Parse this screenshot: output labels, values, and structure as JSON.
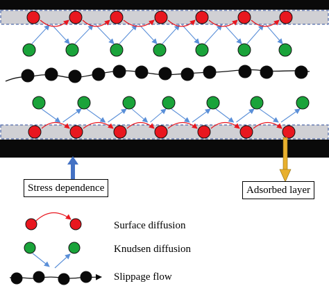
{
  "labels": {
    "stress": "Stress dependence",
    "adsorbed": "Adsorbed layer"
  },
  "legend": {
    "surface": "Surface diffusion",
    "knudsen": "Knudsen diffusion",
    "slippage": "Slippage flow"
  },
  "colors": {
    "wall": "#0a0a0a",
    "adsorbed_layer": "#d0d0d4",
    "adsorbed_border": "#2a4a9a",
    "surface_molecule": "#e8171f",
    "knudsen_molecule": "#1aa33a",
    "slip_molecule": "#0a0a0a",
    "surface_arrow": "#e8171f",
    "knudsen_arrow": "#5a8fd8",
    "stress_arrow": "#4472c4",
    "adsorbed_arrow": "#e8b02e"
  }
}
